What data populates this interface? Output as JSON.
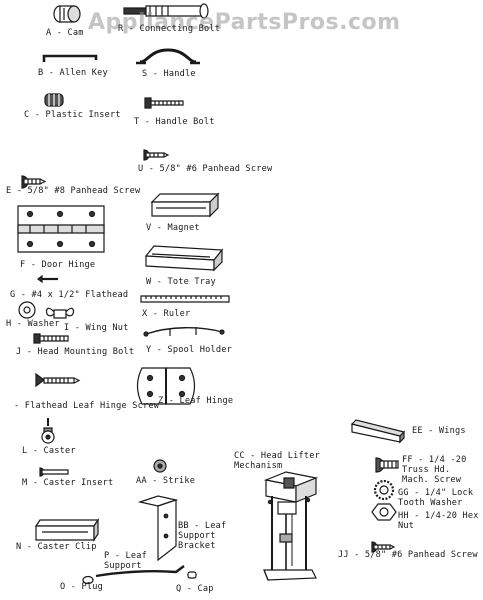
{
  "watermark": "AppliancePartsPros.com",
  "parts": {
    "A": "A - Cam",
    "R": "R - Connecting Bolt",
    "B": "B - Allen Key",
    "S": "S - Handle",
    "C": "C - Plastic Insert",
    "T": "T - Handle Bolt",
    "U": "U - 5/8\" #6 Panhead Screw",
    "E": "E - 5/8\" #8 Panhead Screw",
    "V": "V - Magnet",
    "F": "F - Door Hinge",
    "W": "W - Tote Tray",
    "G": "G - #4 x 1/2\" Flathead",
    "X": "X - Ruler",
    "H": "H - Washer",
    "I": "I - Wing Nut",
    "J": "J - Head Mounting Bolt",
    "Y": "Y - Spool Holder",
    "K": "- Flathead Leaf Hinge Screw",
    "Z": "Z - Leaf Hinge",
    "L": "L - Caster",
    "M": "M - Caster Insert",
    "AA": "AA - Strike",
    "CC": "CC - Head Lifter\nMechanism",
    "BB": "BB - Leaf\nSupport\nBracket",
    "N": "N - Caster Clip",
    "P": "P - Leaf\nSupport",
    "O": "O - Plug",
    "Q": "Q - Cap",
    "EE": "EE - Wings",
    "FF": "FF - 1/4 -20\nTruss Hd.\nMach. Screw",
    "GG": "GG - 1/4\" Lock\nTooth Washer",
    "HH": "HH - 1/4-20 Hex\nNut",
    "JJ": "JJ - 5/8\" #6 Panhead Screw"
  }
}
